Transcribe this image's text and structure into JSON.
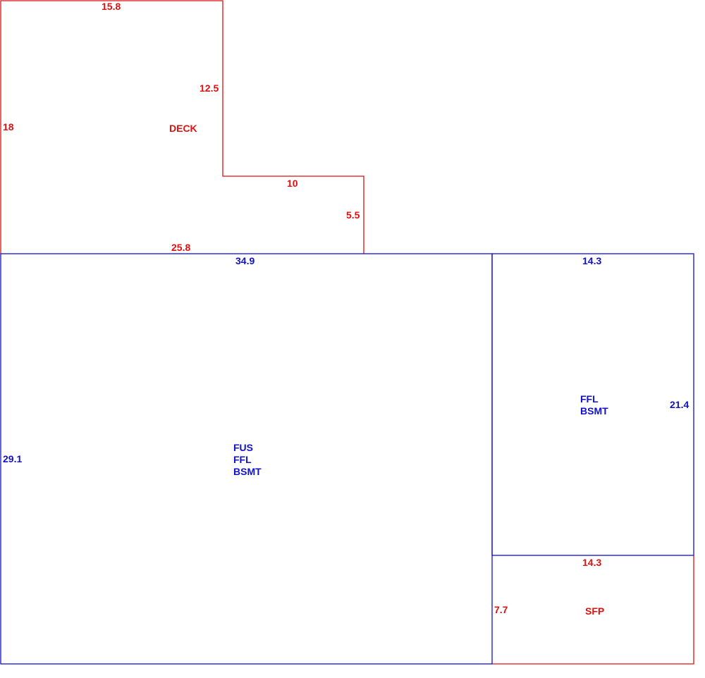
{
  "colors": {
    "deck_sfp": "#dd1111",
    "main_areas": "#1111cc"
  },
  "deck": {
    "name": "DECK",
    "dims": {
      "top": "15.8",
      "left": "18",
      "inner_vertical": "12.5",
      "inner_horizontal": "10",
      "right_step": "5.5",
      "bottom": "25.8"
    }
  },
  "main_area": {
    "lines": [
      "FUS",
      "FFL",
      "BSMT"
    ],
    "dims": {
      "top": "34.9",
      "left": "29.1"
    }
  },
  "right_area": {
    "lines": [
      "FFL",
      "BSMT"
    ],
    "dims": {
      "top": "14.3",
      "right": "21.4"
    }
  },
  "sfp": {
    "name": "SFP",
    "dims": {
      "top": "14.3",
      "left": "7.7"
    }
  }
}
